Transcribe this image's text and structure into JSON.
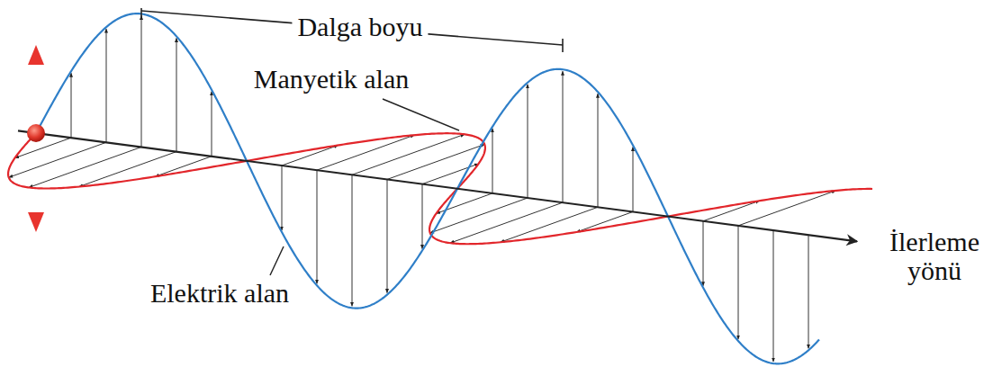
{
  "diagram": {
    "labels": [
      "Dalga boyu",
      "Manyetik alan",
      "Elektrik alan",
      "İlerleme yönü"
    ]
  }
}
